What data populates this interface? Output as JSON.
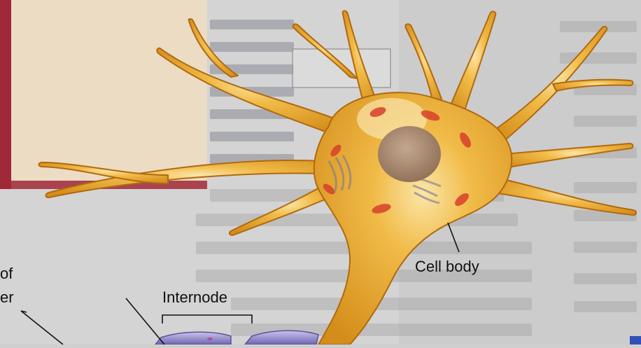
{
  "labels": {
    "cell_body": "Cell body",
    "internode": "Internode",
    "partial_of": "of",
    "partial_er": "er"
  },
  "colors": {
    "neuron_fill": "#e8a628",
    "neuron_edge": "#b06a10",
    "nucleus": "#a68464",
    "organelle_red": "#d8402c",
    "myelin": "#8f87c8",
    "left_panel_border": "#a0283a",
    "page_background": "#cfcfcf"
  },
  "icons": {
    "figure_corner_mark": "blue-bar-mark"
  }
}
